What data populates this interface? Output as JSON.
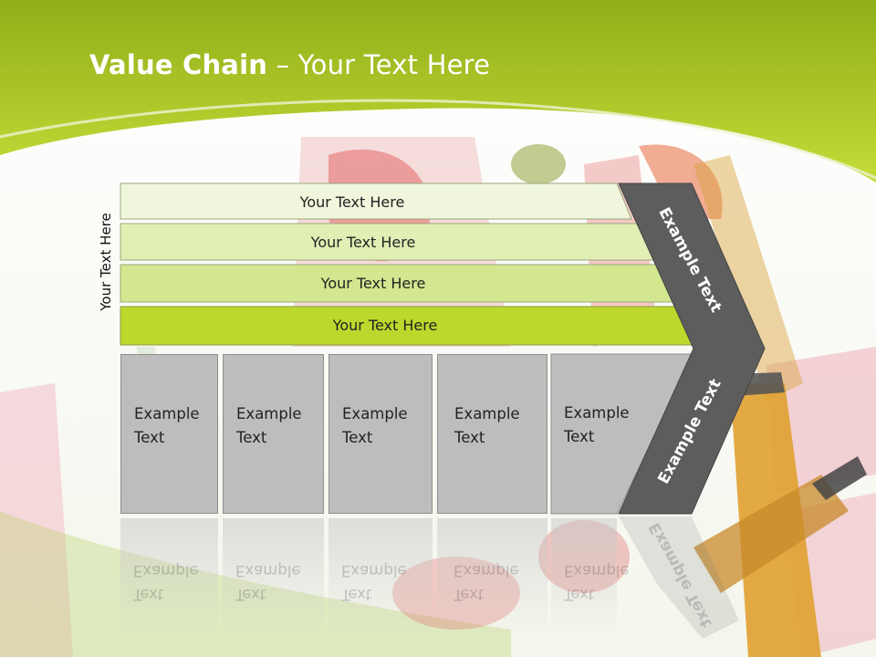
{
  "title": {
    "bold": "Value Chain",
    "rest": " – Your Text Here"
  },
  "side_label": "Your Text Here",
  "rows": [
    {
      "label": "Your Text Here"
    },
    {
      "label": "Your Text Here"
    },
    {
      "label": "Your Text Here"
    },
    {
      "label": "Your Text Here"
    }
  ],
  "boxes": [
    {
      "line1": "Example",
      "line2": "Text"
    },
    {
      "line1": "Example",
      "line2": "Text"
    },
    {
      "line1": "Example",
      "line2": "Text"
    },
    {
      "line1": "Example",
      "line2": "Text"
    },
    {
      "line1": "Example",
      "line2": "Text"
    }
  ],
  "chevron": {
    "upper_label": "Example Text",
    "lower_label": "Example Text"
  },
  "colors": {
    "header_green": "#a6c81c",
    "row_fill": [
      "#f0f6dc",
      "#e1eeb4",
      "#d2e78f",
      "#bcd82c"
    ],
    "box_fill": "#bdbdbd",
    "chevron_fill": "#5d5d5d"
  }
}
